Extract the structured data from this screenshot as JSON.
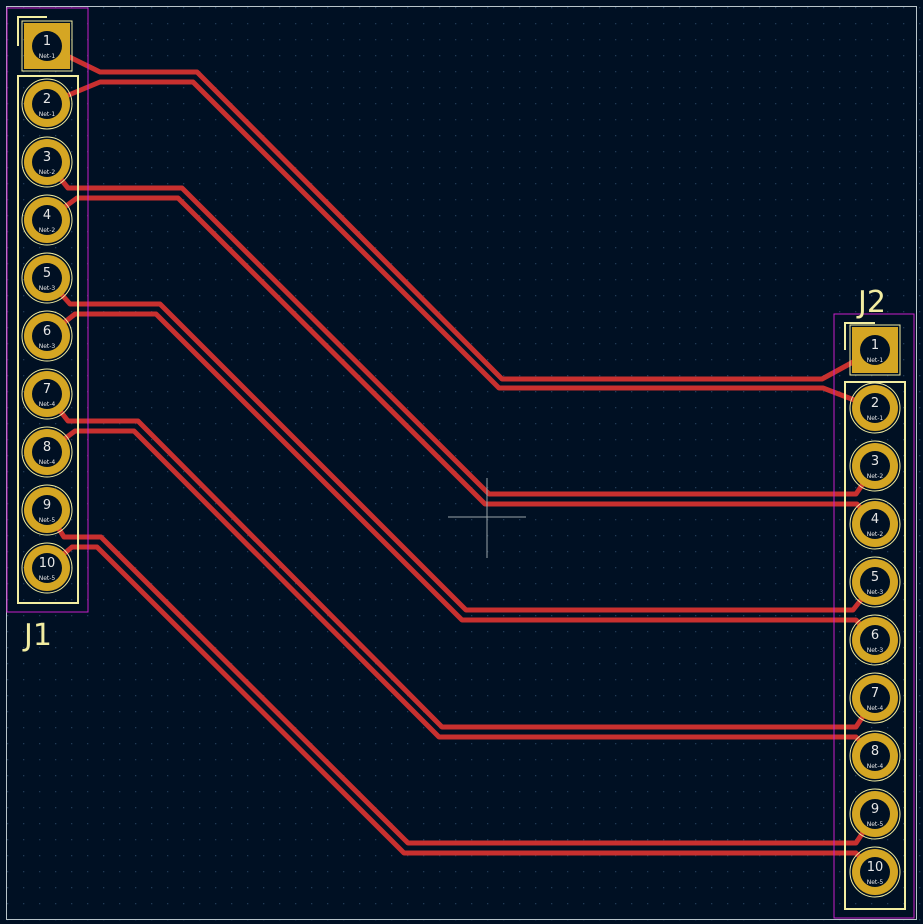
{
  "board": {
    "background": "#001023",
    "grid_dot_color": "#1f3a55",
    "edge_color": "#b8c4c9",
    "copper_color": "#c8302f",
    "pad_color": "#d5a623",
    "silk_color": "#f2eda1",
    "courtyard_color": "#c81ec8"
  },
  "connectors": [
    {
      "ref": "J1",
      "pins": [
        {
          "num": "1",
          "net": "Net-1"
        },
        {
          "num": "2",
          "net": "Net-1"
        },
        {
          "num": "3",
          "net": "Net-2"
        },
        {
          "num": "4",
          "net": "Net-2"
        },
        {
          "num": "5",
          "net": "Net-3"
        },
        {
          "num": "6",
          "net": "Net-3"
        },
        {
          "num": "7",
          "net": "Net-4"
        },
        {
          "num": "8",
          "net": "Net-4"
        },
        {
          "num": "9",
          "net": "Net-5"
        },
        {
          "num": "10",
          "net": "Net-5"
        }
      ]
    },
    {
      "ref": "J2",
      "pins": [
        {
          "num": "1",
          "net": "Net-1"
        },
        {
          "num": "2",
          "net": "Net-1"
        },
        {
          "num": "3",
          "net": "Net-2"
        },
        {
          "num": "4",
          "net": "Net-2"
        },
        {
          "num": "5",
          "net": "Net-3"
        },
        {
          "num": "6",
          "net": "Net-3"
        },
        {
          "num": "7",
          "net": "Net-4"
        },
        {
          "num": "8",
          "net": "Net-4"
        },
        {
          "num": "9",
          "net": "Net-5"
        },
        {
          "num": "10",
          "net": "Net-5"
        }
      ]
    }
  ]
}
